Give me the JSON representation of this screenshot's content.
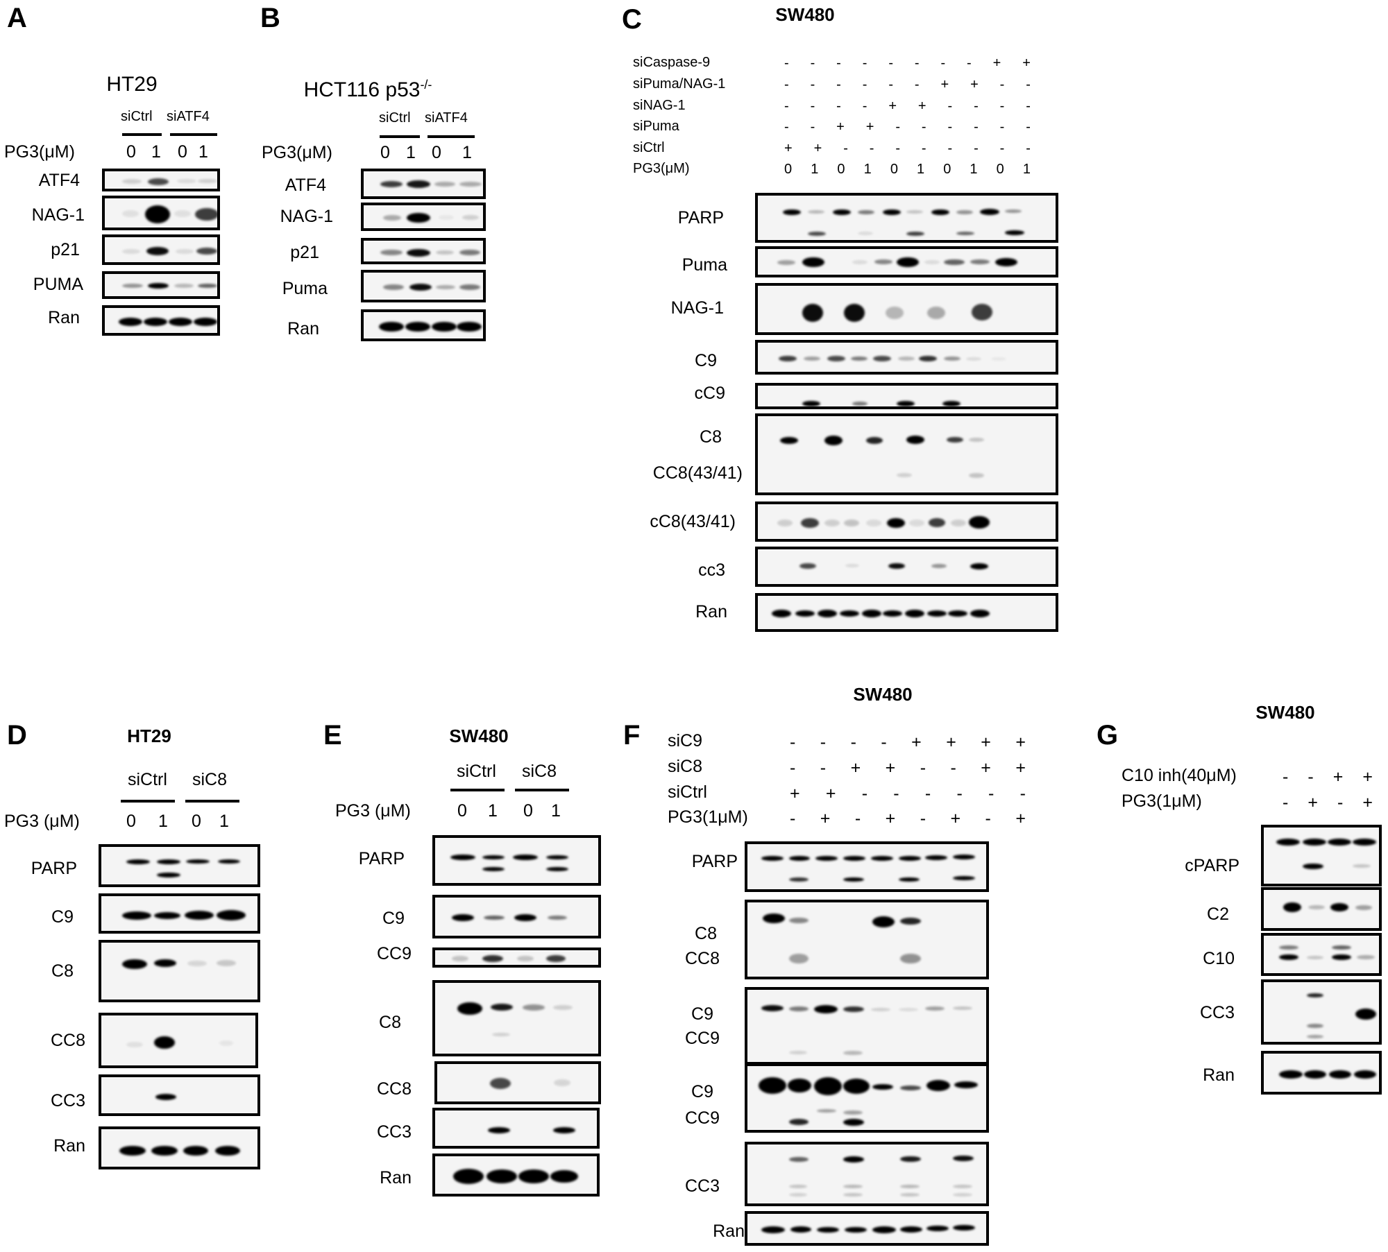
{
  "figure": {
    "panels": [
      {
        "id": "A",
        "letter": "A",
        "cell_line": "HT29",
        "groups": [
          "siCtrl",
          "siATF4"
        ],
        "treatment_label": "PG3(μM)",
        "lanes": [
          "0",
          "1",
          "0",
          "1"
        ],
        "blots": [
          {
            "label": "ATF4",
            "bands": [
              [
                0.15,
                0.25
              ],
              [
                0.85,
                0.45
              ],
              [
                0.1,
                0.2
              ],
              [
                0.2,
                0.2
              ]
            ]
          },
          {
            "label": "NAG-1",
            "bands": [
              [
                0.1,
                0.3
              ],
              [
                1.0,
                0.6
              ],
              [
                0.08,
                0.3
              ],
              [
                0.7,
                0.45
              ]
            ]
          },
          {
            "label": "p21",
            "bands": [
              [
                0.1,
                0.2
              ],
              [
                0.9,
                0.35
              ],
              [
                0.1,
                0.2
              ],
              [
                0.65,
                0.3
              ]
            ]
          },
          {
            "label": "PUMA",
            "bands": [
              [
                0.35,
                0.2
              ],
              [
                0.95,
                0.3
              ],
              [
                0.2,
                0.2
              ],
              [
                0.5,
                0.25
              ]
            ]
          },
          {
            "label": "Ran",
            "bands": [
              [
                1.0,
                0.45
              ],
              [
                1.0,
                0.45
              ],
              [
                1.0,
                0.45
              ],
              [
                1.0,
                0.45
              ]
            ]
          }
        ]
      },
      {
        "id": "B",
        "letter": "B",
        "cell_line": "HCT116 p53",
        "cell_line_superscript": "-/-",
        "groups": [
          "siCtrl",
          "siATF4"
        ],
        "treatment_label": "PG3(μM)",
        "lanes": [
          "0",
          "1",
          "0",
          "1"
        ],
        "blots": [
          {
            "label": "ATF4",
            "bands": [
              [
                0.75,
                0.3
              ],
              [
                0.9,
                0.35
              ],
              [
                0.35,
                0.25
              ],
              [
                0.35,
                0.25
              ]
            ]
          },
          {
            "label": "NAG-1",
            "bands": [
              [
                0.3,
                0.25
              ],
              [
                1.0,
                0.4
              ],
              [
                0.05,
                0.2
              ],
              [
                0.15,
                0.2
              ]
            ]
          },
          {
            "label": "p21",
            "bands": [
              [
                0.45,
                0.25
              ],
              [
                0.95,
                0.35
              ],
              [
                0.2,
                0.2
              ],
              [
                0.5,
                0.25
              ]
            ]
          },
          {
            "label": "Puma",
            "bands": [
              [
                0.4,
                0.2
              ],
              [
                0.95,
                0.3
              ],
              [
                0.3,
                0.2
              ],
              [
                0.5,
                0.25
              ]
            ]
          },
          {
            "label": "Ran",
            "bands": [
              [
                1.0,
                0.4
              ],
              [
                1.0,
                0.4
              ],
              [
                1.0,
                0.4
              ],
              [
                1.0,
                0.4
              ]
            ]
          }
        ]
      },
      {
        "id": "C",
        "letter": "C",
        "cell_line": "SW480",
        "conditions": [
          {
            "label": "siCaspase-9",
            "values": [
              "-",
              "-",
              "-",
              "-",
              "-",
              "-",
              "-",
              "-",
              "+",
              "+"
            ]
          },
          {
            "label": "siPuma/NAG-1",
            "values": [
              "-",
              "-",
              "-",
              "-",
              "-",
              "-",
              "+",
              "+",
              "-",
              "-"
            ]
          },
          {
            "label": "siNAG-1",
            "values": [
              "-",
              "-",
              "-",
              "-",
              "+",
              "+",
              "-",
              "-",
              "-",
              "-"
            ]
          },
          {
            "label": "siPuma",
            "values": [
              "-",
              "-",
              "+",
              "+",
              "-",
              "-",
              "-",
              "-",
              "-",
              "-"
            ]
          },
          {
            "label": "siCtrl",
            "values": [
              "+",
              "+",
              "-",
              "-",
              "-",
              "-",
              "-",
              "-",
              "-",
              "-"
            ]
          },
          {
            "label": "PG3(μM)",
            "values": [
              "0",
              "1",
              "0",
              "1",
              "0",
              "1",
              "0",
              "1",
              "0",
              "1"
            ]
          }
        ],
        "blots": [
          {
            "label": "PARP"
          },
          {
            "label": "Puma"
          },
          {
            "label": "NAG-1"
          },
          {
            "label": "C9"
          },
          {
            "label": "cC9"
          },
          {
            "label": "C8",
            "label2": "CC8(43/41)"
          },
          {
            "label": "cC8(43/41)"
          },
          {
            "label": "cc3"
          },
          {
            "label": "Ran"
          }
        ]
      },
      {
        "id": "D",
        "letter": "D",
        "cell_line": "HT29",
        "groups": [
          "siCtrl",
          "siC8"
        ],
        "treatment_label": "PG3 (μM)",
        "lanes": [
          "0",
          "1",
          "0",
          "1"
        ],
        "blots": [
          {
            "label": "PARP"
          },
          {
            "label": "C9"
          },
          {
            "label": "C8"
          },
          {
            "label": "CC8"
          },
          {
            "label": "CC3"
          },
          {
            "label": "Ran"
          }
        ]
      },
      {
        "id": "E",
        "letter": "E",
        "cell_line": "SW480",
        "groups": [
          "siCtrl",
          "siC8"
        ],
        "treatment_label": "PG3 (μM)",
        "lanes": [
          "0",
          "1",
          "0",
          "1"
        ],
        "blots": [
          {
            "label": "PARP"
          },
          {
            "label": "C9"
          },
          {
            "label": "CC9"
          },
          {
            "label": "C8"
          },
          {
            "label": "CC8"
          },
          {
            "label": "CC3"
          },
          {
            "label": "Ran"
          }
        ]
      },
      {
        "id": "F",
        "letter": "F",
        "cell_line": "SW480",
        "conditions": [
          {
            "label": "siC9",
            "values": [
              "-",
              "-",
              "-",
              "-",
              "+",
              "+",
              "+",
              "+"
            ]
          },
          {
            "label": "siC8",
            "values": [
              "-",
              "-",
              "+",
              "+",
              "-",
              "-",
              "+",
              "+"
            ]
          },
          {
            "label": "siCtrl",
            "values": [
              "+",
              "+",
              "-",
              "-",
              "-",
              "-",
              "-",
              "-"
            ]
          },
          {
            "label": "PG3(1μM)",
            "values": [
              "-",
              "+",
              "-",
              "+",
              "-",
              "+",
              "-",
              "+"
            ]
          }
        ],
        "blots": [
          {
            "label": "PARP"
          },
          {
            "label": "C8",
            "label2": "CC8"
          },
          {
            "label": "C9",
            "label2": "CC9"
          },
          {
            "label": "C9",
            "label2": "CC9"
          },
          {
            "label": "CC3"
          },
          {
            "label": "Ran"
          }
        ]
      },
      {
        "id": "G",
        "letter": "G",
        "cell_line": "SW480",
        "conditions": [
          {
            "label": "C10 inh(40μM)",
            "values": [
              "-",
              "-",
              "+",
              "+"
            ]
          },
          {
            "label": "PG3(1μM)",
            "values": [
              "-",
              "+",
              "-",
              "+"
            ]
          }
        ],
        "blots": [
          {
            "label": "cPARP"
          },
          {
            "label": "C2"
          },
          {
            "label": "C10"
          },
          {
            "label": "CC3"
          },
          {
            "label": "Ran"
          }
        ]
      }
    ]
  }
}
